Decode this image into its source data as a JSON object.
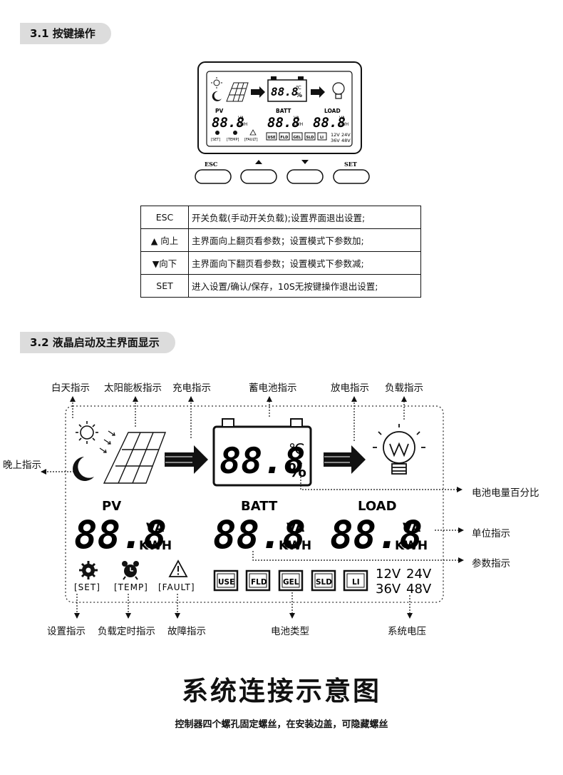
{
  "sections": {
    "s1_title": "3.1 按键操作",
    "s2_title": "3.2 液晶启动及主界面显示"
  },
  "lcd": {
    "seg": "88.8",
    "pct": "%",
    "deg": "℃",
    "pv": "PV",
    "batt": "BATT",
    "load": "LOAD",
    "va": "VA",
    "kwh": "KWH",
    "set": "[SET]",
    "temp": "[TEMP]",
    "fault": "[FAULT]",
    "types": [
      "USE",
      "FLD",
      "GEL",
      "SLD",
      "LI"
    ],
    "v12": "12V",
    "v24": "24V",
    "v36": "36V",
    "v48": "48V"
  },
  "buttons": {
    "esc": "ESC",
    "set": "SET"
  },
  "keys_table": [
    {
      "key": "ESC",
      "desc": "开关负载(手动开关负载);设置界面退出设置;"
    },
    {
      "key": "▲ 向上",
      "desc": "主界面向上翻页看参数；设置模式下参数加;"
    },
    {
      "key": "▼向下",
      "desc": "主界面向下翻页看参数；设置模式下参数减;"
    },
    {
      "key": "SET",
      "desc": "进入设置/确认/保存，10S无按键操作退出设置;"
    }
  ],
  "labels": {
    "day": "白天指示",
    "solar": "太阳能板指示",
    "charge": "充电指示",
    "battery": "蓄电池指示",
    "discharge": "放电指示",
    "load": "负载指示",
    "night": "晚上指示",
    "percent": "电池电量百分比",
    "unit": "单位指示",
    "param": "参数指示",
    "setting": "设置指示",
    "timer": "负载定时指示",
    "fault": "故障指示",
    "btype": "电池类型",
    "sysv": "系统电压"
  },
  "footer": {
    "title": "系统连接示意图",
    "note": "控制器四个螺孔固定螺丝，在安装边盖，可隐藏螺丝"
  }
}
